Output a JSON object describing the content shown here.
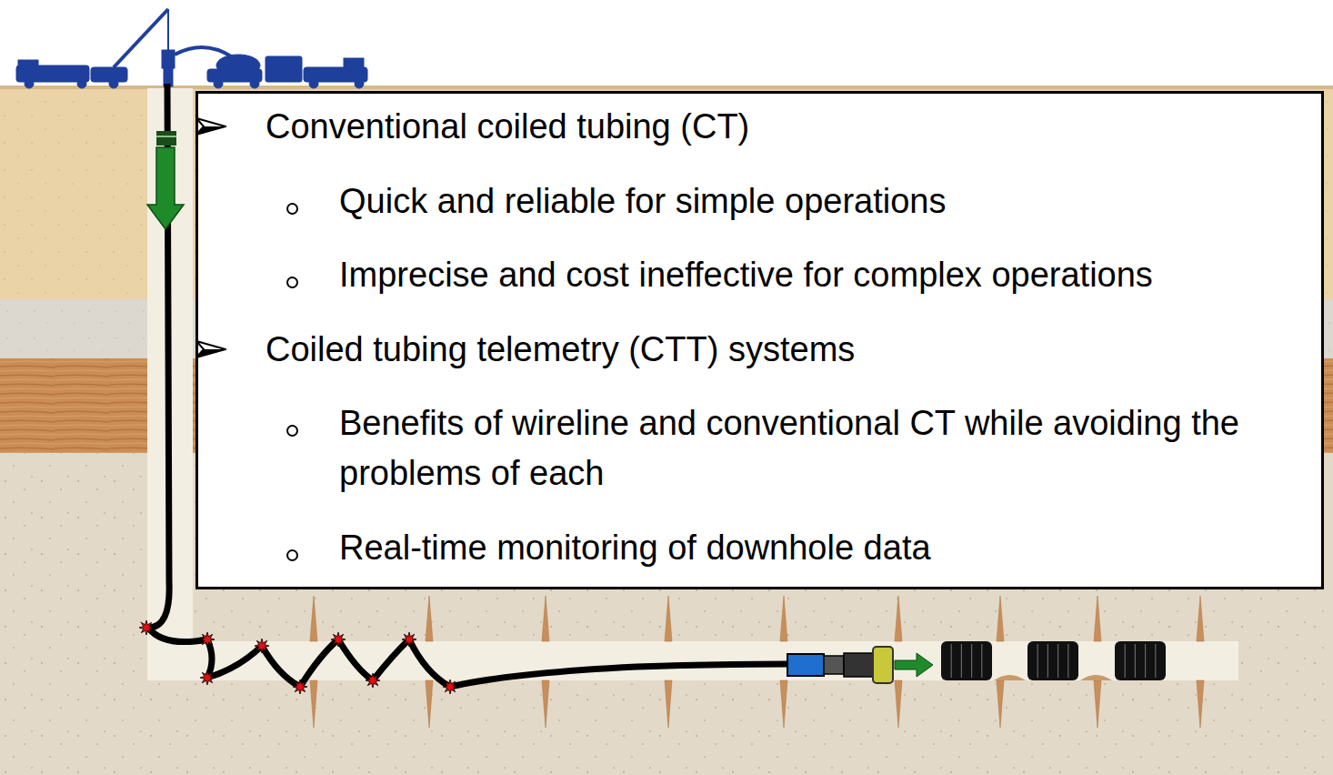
{
  "diagram": {
    "nodes": [
      {
        "text": [
          "Conventional coiled tubing (CT)",
          "Quick and reliable for simple operations",
          "Imprecise and cost ineffective for complex operations",
          "Coiled tubing telemetry (CTT) systems",
          "Benefits of wireline and conventional CT while avoiding the problems of each",
          "Real-time monitoring of downhole data"
        ]
      }
    ]
  }
}
